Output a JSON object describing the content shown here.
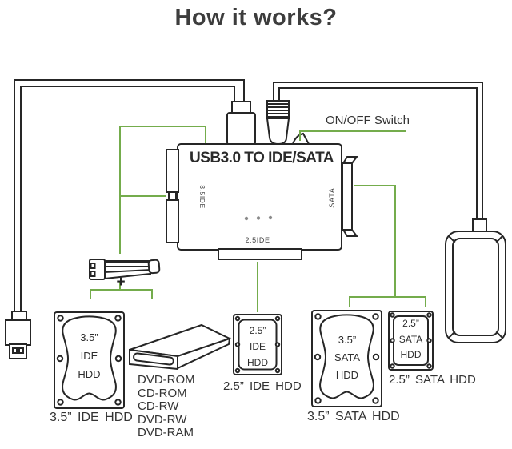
{
  "title": "How it works?",
  "adapter": {
    "label": "USB3.0 TO IDE/SATA",
    "port_35ide": "3.5IDE",
    "port_sata": "SATA",
    "port_25ide": "2.5IDE",
    "switch_label": "ON/OFF Switch",
    "plus": "+"
  },
  "devices": {
    "hdd_35_ide": {
      "lines": [
        "3.5”",
        "IDE",
        "HDD"
      ],
      "caption": "3.5” IDE HDD"
    },
    "optical": {
      "items": [
        "DVD-ROM",
        "CD-ROM",
        "CD-RW",
        "DVD-RW",
        "DVD-RAM"
      ]
    },
    "hdd_25_ide": {
      "lines": [
        "2.5”",
        "IDE",
        "HDD"
      ],
      "caption": "2.5” IDE HDD"
    },
    "hdd_35_sata": {
      "lines": [
        "3.5”",
        "SATA",
        "HDD"
      ],
      "caption": "3.5” SATA HDD"
    },
    "hdd_25_sata": {
      "lines": [
        "2.5”",
        "SATA",
        "HDD"
      ],
      "caption": "2.5” SATA HDD"
    }
  },
  "colors": {
    "connection_green": "#74AC4C",
    "line_black": "#262626",
    "text": "#333333"
  }
}
